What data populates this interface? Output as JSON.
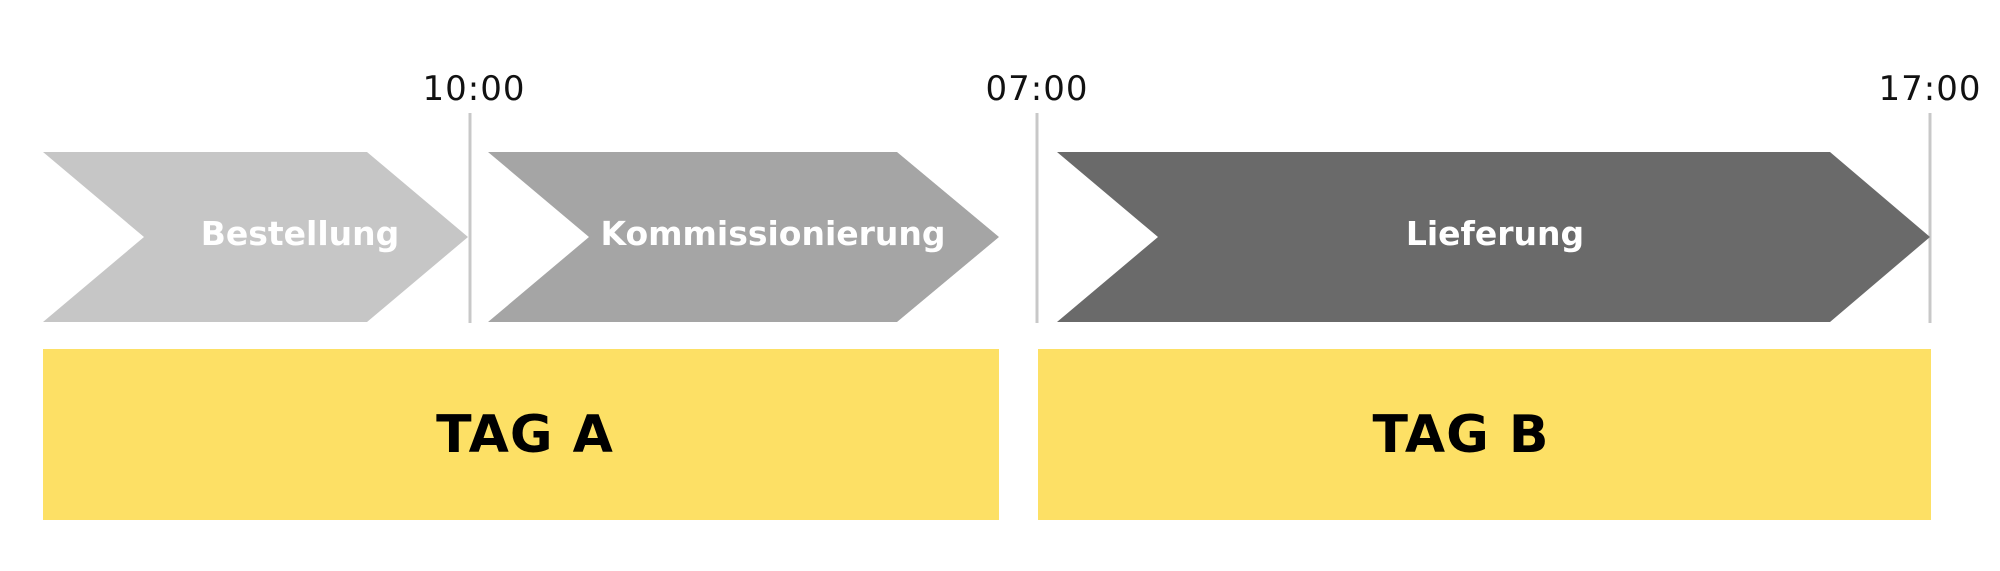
{
  "timeline": {
    "times": [
      "10:00",
      "07:00",
      "17:00"
    ],
    "steps": [
      {
        "label": "Bestellung",
        "color": "#c6c6c6"
      },
      {
        "label": "Kommissionierung",
        "color": "#a5a5a5"
      },
      {
        "label": "Lieferung",
        "color": "#6a6a6a"
      }
    ],
    "days": [
      {
        "label": "TAG A",
        "color": "#fde065"
      },
      {
        "label": "TAG B",
        "color": "#fde065"
      }
    ]
  }
}
